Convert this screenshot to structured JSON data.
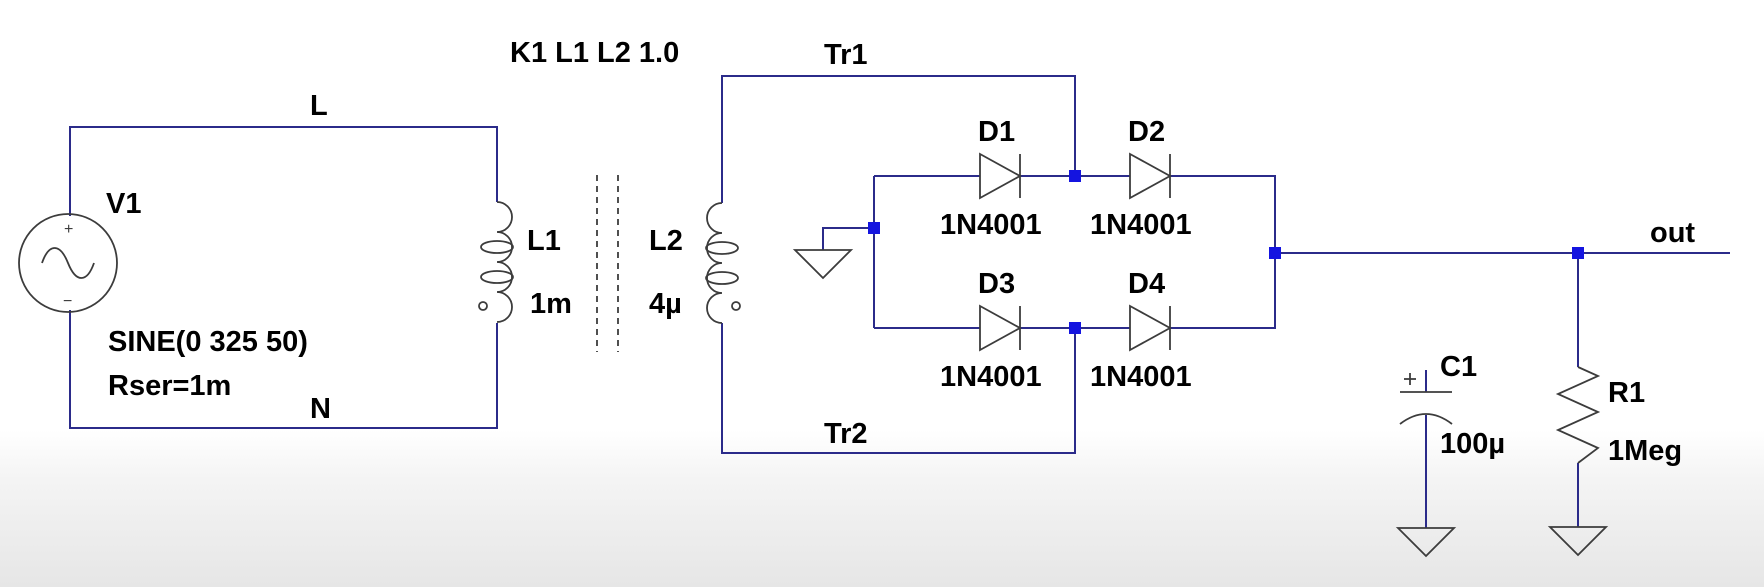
{
  "coupling_directive": "K1 L1 L2 1.0",
  "nets": {
    "line": "L",
    "neutral": "N",
    "tr1": "Tr1",
    "tr2": "Tr2",
    "out": "out"
  },
  "components": {
    "V1": {
      "name": "V1",
      "value": "SINE(0 325 50)",
      "extra": "Rser=1m",
      "plus": "+",
      "minus": "−"
    },
    "L1": {
      "name": "L1",
      "value": "1m"
    },
    "L2": {
      "name": "L2",
      "value": "4µ"
    },
    "D1": {
      "name": "D1",
      "value": "1N4001"
    },
    "D2": {
      "name": "D2",
      "value": "1N4001"
    },
    "D3": {
      "name": "D3",
      "value": "1N4001"
    },
    "D4": {
      "name": "D4",
      "value": "1N4001"
    },
    "C1": {
      "name": "C1",
      "value": "100µ",
      "plus": "+"
    },
    "R1": {
      "name": "R1",
      "value": "1Meg"
    }
  },
  "colors": {
    "wire": "#2b2b8a",
    "junction": "#1414e0",
    "symbol": "#3c3c3c",
    "text": "#000000"
  }
}
